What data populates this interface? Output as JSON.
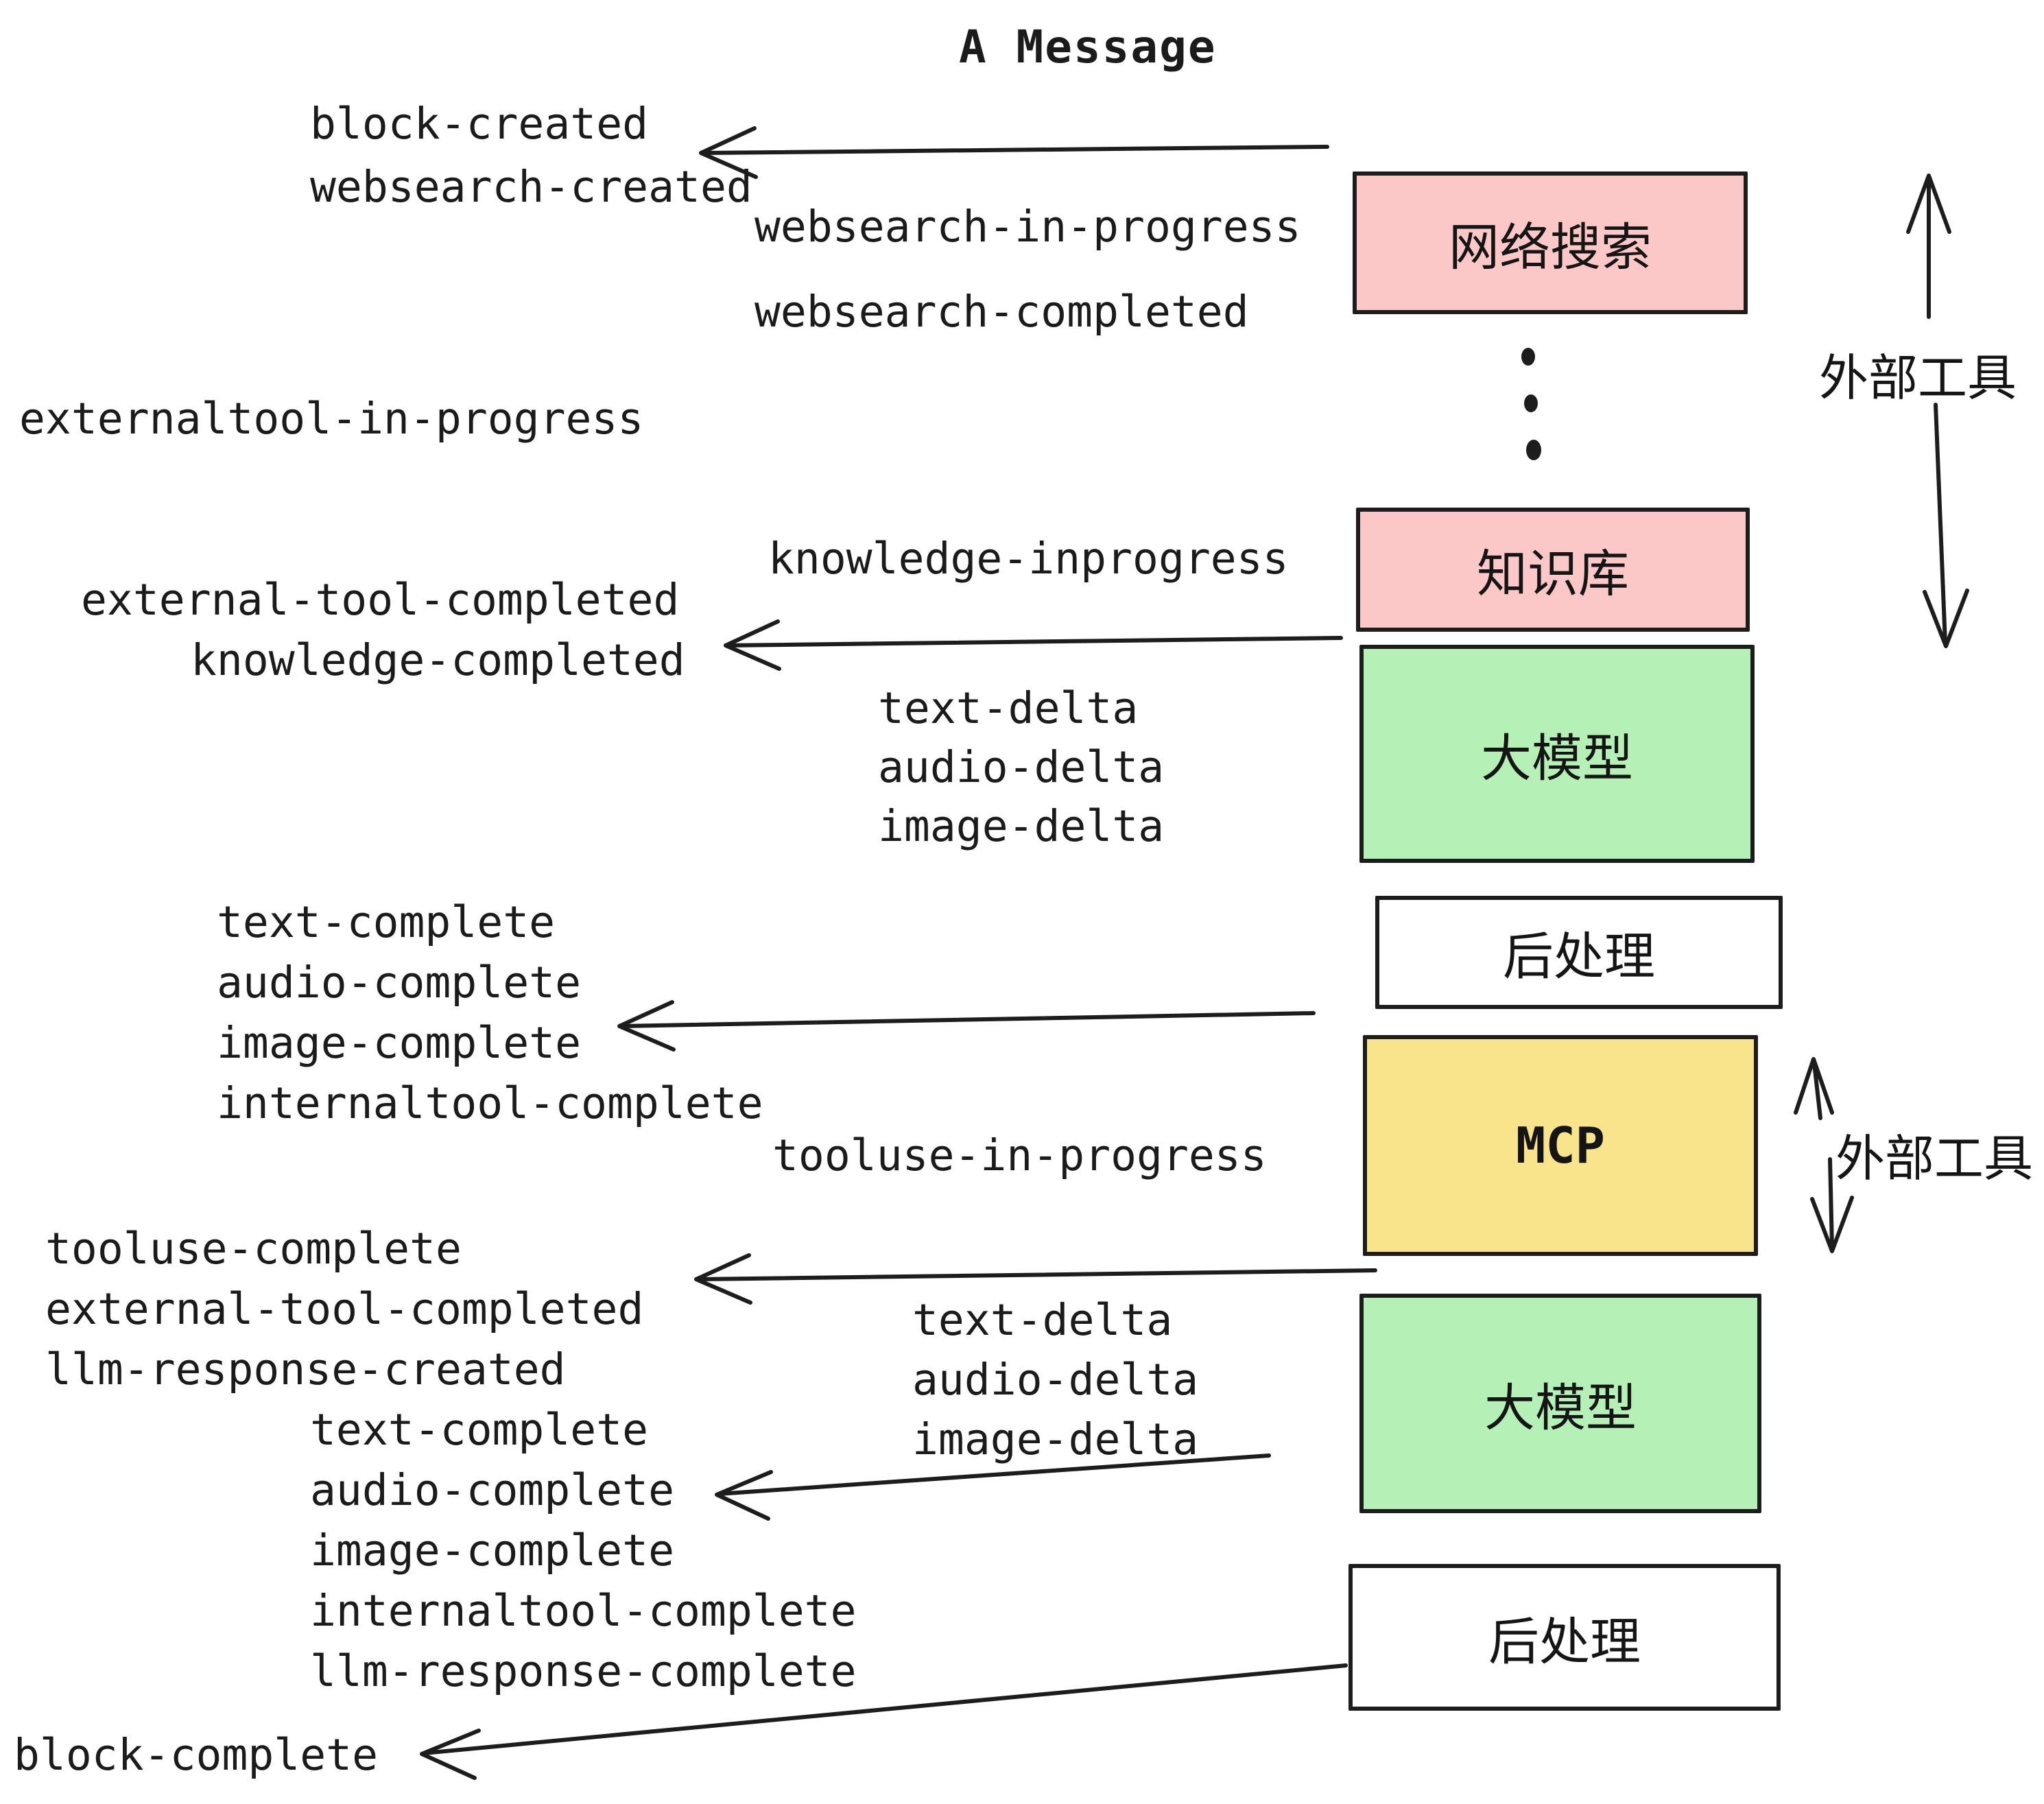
{
  "title": "A Message",
  "colors": {
    "pink": "#fcc7c7",
    "green": "#b5f0b6",
    "yellow": "#fae48b",
    "white": "#ffffff",
    "outline": "#1d1d1d",
    "text": "#1b1b1b"
  },
  "boxes": [
    {
      "id": "websearch-box",
      "label": "网络搜索",
      "color": "pink"
    },
    {
      "id": "knowledge-box",
      "label": "知识库",
      "color": "pink"
    },
    {
      "id": "llm-box-1",
      "label": "大模型",
      "color": "green"
    },
    {
      "id": "postprocess-box-1",
      "label": "后处理",
      "color": "white"
    },
    {
      "id": "mcp-box",
      "label": "MCP",
      "color": "yellow"
    },
    {
      "id": "llm-box-2",
      "label": "大模型",
      "color": "green"
    },
    {
      "id": "postprocess-box-2",
      "label": "后处理",
      "color": "white"
    }
  ],
  "annotations": [
    {
      "id": "external-tools-top",
      "label": "外部工具"
    },
    {
      "id": "external-tools-mcp",
      "label": "外部工具"
    }
  ],
  "events": [
    {
      "id": "block-created",
      "text": "block-created"
    },
    {
      "id": "websearch-created",
      "text": "websearch-created"
    },
    {
      "id": "websearch-in-progress",
      "text": "websearch-in-progress"
    },
    {
      "id": "websearch-completed",
      "text": "websearch-completed"
    },
    {
      "id": "externaltool-in-progress",
      "text": "externaltool-in-progress"
    },
    {
      "id": "knowledge-inprogress",
      "text": "knowledge-inprogress"
    },
    {
      "id": "external-tool-completed-1",
      "text": "external-tool-completed"
    },
    {
      "id": "knowledge-completed",
      "text": "knowledge-completed"
    },
    {
      "id": "text-delta-1",
      "text": "text-delta"
    },
    {
      "id": "audio-delta-1",
      "text": "audio-delta"
    },
    {
      "id": "image-delta-1",
      "text": "image-delta"
    },
    {
      "id": "text-complete-1",
      "text": "text-complete"
    },
    {
      "id": "audio-complete-1",
      "text": "audio-complete"
    },
    {
      "id": "image-complete-1",
      "text": "image-complete"
    },
    {
      "id": "internaltool-complete-1",
      "text": "internaltool-complete"
    },
    {
      "id": "tooluse-in-progress",
      "text": "tooluse-in-progress"
    },
    {
      "id": "tooluse-complete",
      "text": "tooluse-complete"
    },
    {
      "id": "external-tool-completed-2",
      "text": "external-tool-completed"
    },
    {
      "id": "llm-response-created",
      "text": "llm-response-created"
    },
    {
      "id": "text-delta-2",
      "text": "text-delta"
    },
    {
      "id": "audio-delta-2",
      "text": "audio-delta"
    },
    {
      "id": "image-delta-2",
      "text": "image-delta"
    },
    {
      "id": "text-complete-2",
      "text": "text-complete"
    },
    {
      "id": "audio-complete-2",
      "text": "audio-complete"
    },
    {
      "id": "image-complete-2",
      "text": "image-complete"
    },
    {
      "id": "internaltool-complete-2",
      "text": "internaltool-complete"
    },
    {
      "id": "llm-response-complete",
      "text": "llm-response-complete"
    },
    {
      "id": "block-complete",
      "text": "block-complete"
    }
  ],
  "ellipsis_dot_count": 3
}
